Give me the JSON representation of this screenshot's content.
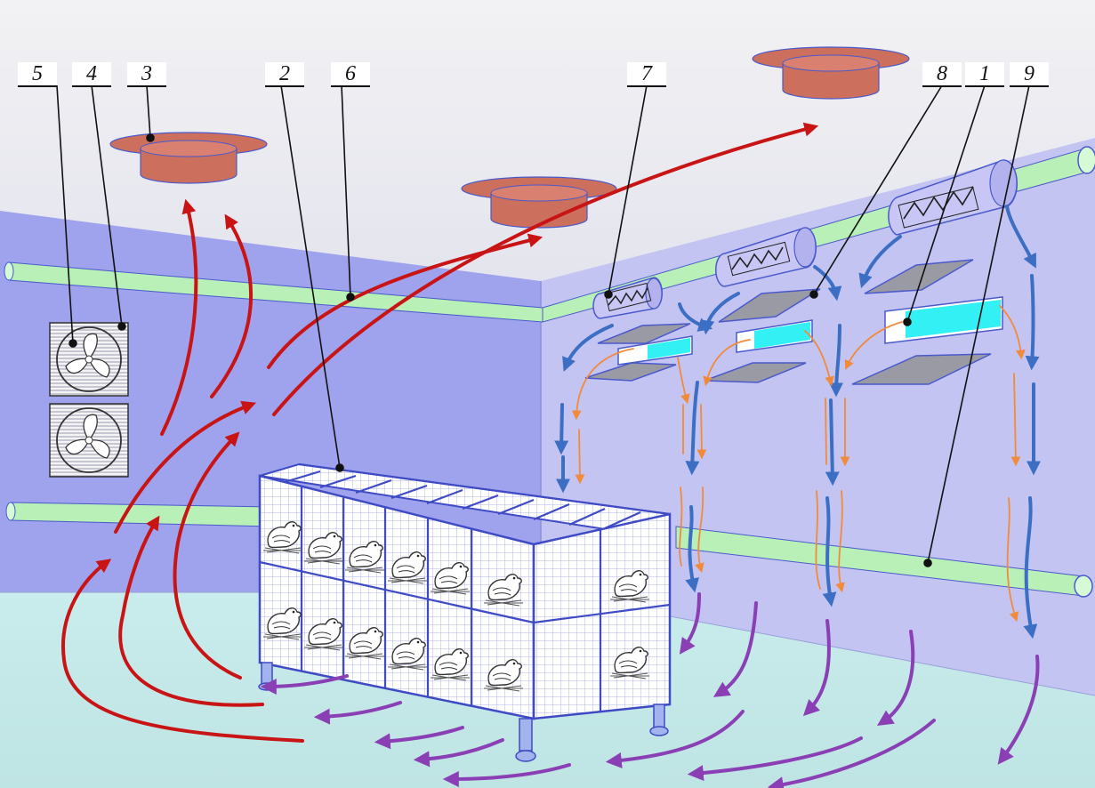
{
  "colors": {
    "ceiling": "#ececf3",
    "wall_left": "#9fa2ec",
    "wall_right": "#c3c4f2",
    "floor": "#bfe6e6",
    "pipe": "#b8f0b8",
    "cage_frame": "#3f4bc4",
    "diffuser_body": "#cc6f5c",
    "warm_airflow": "#c81414",
    "cool_airflow": "#3c6fc4",
    "supply_stream": "#f28a3c",
    "floor_airflow": "#8a3fb4",
    "cooler_panel": "#33f0f4",
    "deflector_plate": "#9a9aa4"
  },
  "icons": [
    "fan-icon",
    "ceiling-diffuser-icon",
    "hen-icon",
    "nozzle-icon"
  ],
  "callouts": [
    {
      "id": "c5",
      "label": "5"
    },
    {
      "id": "c4",
      "label": "4"
    },
    {
      "id": "c3",
      "label": "3"
    },
    {
      "id": "c2",
      "label": "2"
    },
    {
      "id": "c6",
      "label": "6"
    },
    {
      "id": "c7",
      "label": "7"
    },
    {
      "id": "c8",
      "label": "8"
    },
    {
      "id": "c1",
      "label": "1"
    },
    {
      "id": "c9",
      "label": "9"
    }
  ]
}
